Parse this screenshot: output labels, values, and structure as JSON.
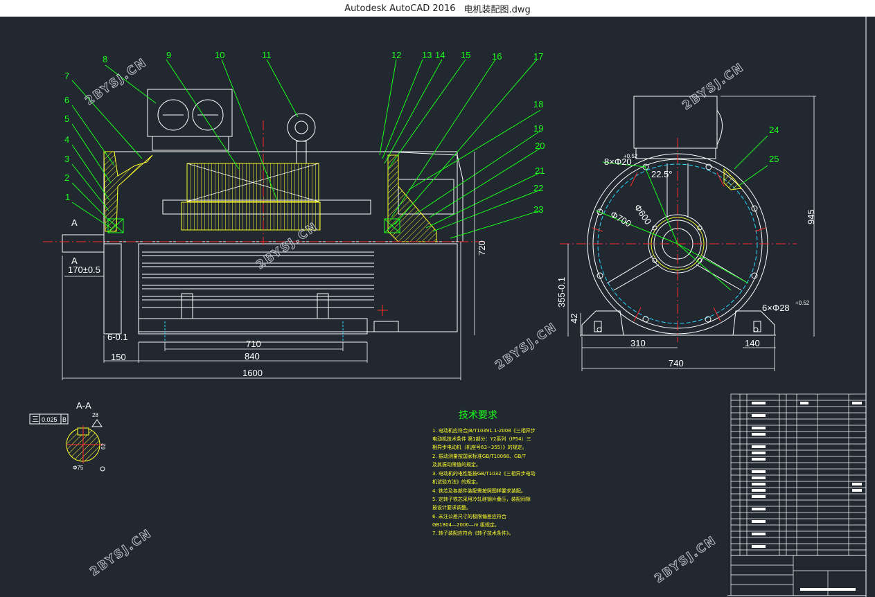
{
  "window": {
    "app_name": "Autodesk AutoCAD 2016",
    "file_name": "电机装配图.dwg"
  },
  "colors": {
    "canvas_bg": "#212830",
    "leader": "#19ff19",
    "outline": "#ffffff",
    "centerline": "#ff2a2a",
    "hatch": "#ffff2a",
    "hidden": "#29d8ff"
  },
  "watermark": "2BYSJ.CN",
  "balloons": [
    "1",
    "2",
    "3",
    "4",
    "5",
    "6",
    "7",
    "8",
    "9",
    "10",
    "11",
    "12",
    "13",
    "14",
    "15",
    "16",
    "17",
    "18",
    "19",
    "20",
    "21",
    "22",
    "23",
    "24",
    "25"
  ],
  "dimensions": {
    "d170": "170±0.5",
    "d6": "6-0.1",
    "d150": "150",
    "d710": "710",
    "d840": "840",
    "d1600": "1600",
    "d720": "720",
    "d945": "945",
    "d355": "355-0.1",
    "d42": "42",
    "d310": "310",
    "d140": "140",
    "d740": "740",
    "holes8": "8×Φ20",
    "holes8_tol": "+0.52",
    "angle": "22.5°",
    "d600": "Φ600",
    "d700": "Φ700",
    "holes6": "6×Φ28",
    "holes6_tol": "+0.52"
  },
  "section": {
    "marker_a": "A",
    "title": "A-A",
    "tolerance_value": "0.025",
    "datum_b": "B",
    "key_width": "28",
    "key_depth": "62",
    "shaft_dia": "Φ75"
  },
  "technical_requirements": {
    "title": "技术要求",
    "lines": [
      "1. 电动机应符合JB/T10391.1-2008《三相异步",
      "电动机技术条件 第1部分：Y2系列（IP54）三",
      "相异步电动机（机座号63~355）》的规定。",
      "2. 振动测量按国家标准GB/T10068、GB/T",
      "及其振动限值的规定。",
      "3. 电动机的电性能按GB/T1032《三相异步电动",
      "机试验方法》的规定。",
      "4. 铁芯及各部件装配需按照图样要求装配。",
      "5. 定转子铁芯采用冷轧硅钢片叠压，装配间隙",
      "按设计要求调整。",
      "6. 未注公差尺寸的极限偏差应符合",
      "GB1804—2000—m 级规定。",
      "7. 转子装配应符合《转子技术条件》。"
    ]
  }
}
